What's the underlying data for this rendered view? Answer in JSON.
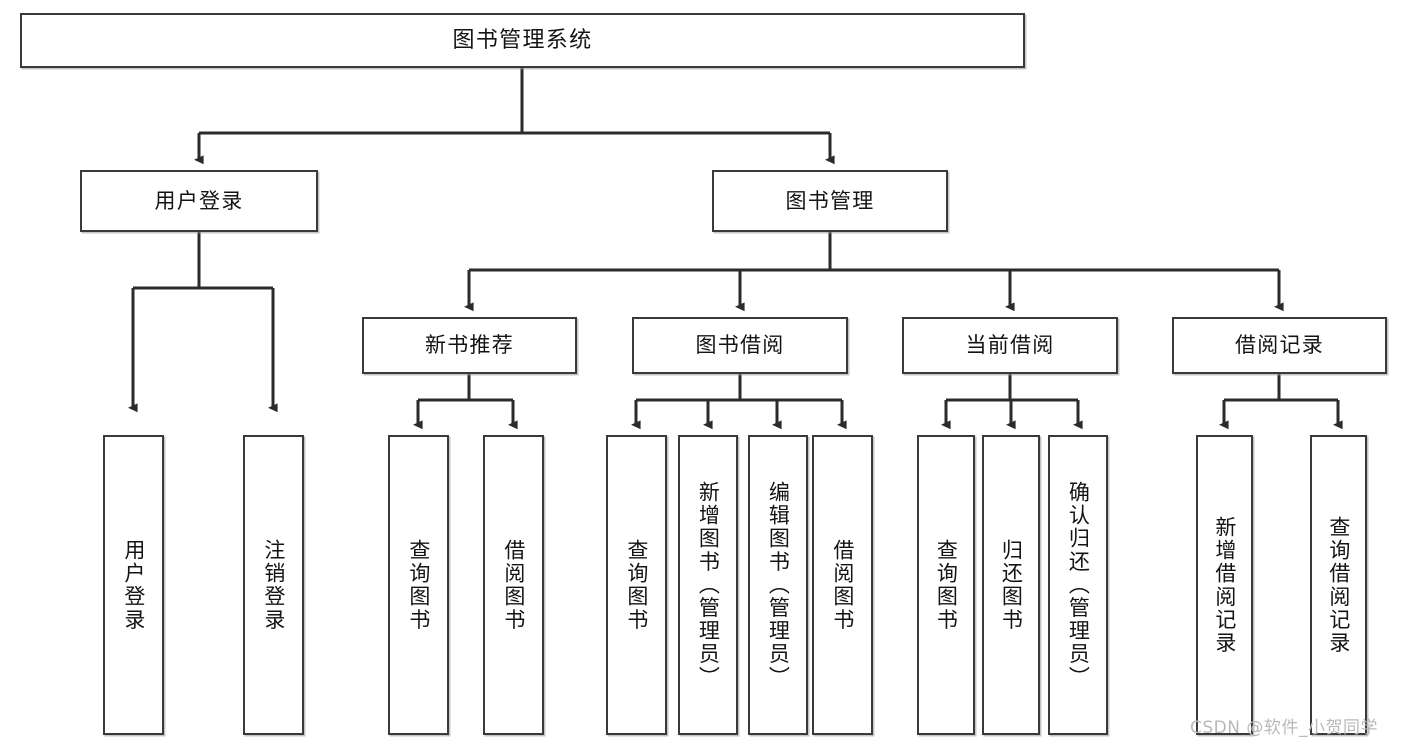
{
  "diagram": {
    "title": "图书管理系统",
    "type": "hierarchy-tree",
    "nodes": {
      "root": {
        "label": "图书管理系统"
      },
      "level2": [
        {
          "id": "user-login",
          "label": "用户登录"
        },
        {
          "id": "book-manage",
          "label": "图书管理"
        }
      ],
      "level3": [
        {
          "id": "new-book-rec",
          "label": "新书推荐"
        },
        {
          "id": "book-borrow",
          "label": "图书借阅"
        },
        {
          "id": "current-borrow",
          "label": "当前借阅"
        },
        {
          "id": "borrow-record",
          "label": "借阅记录"
        }
      ],
      "leaves": {
        "user-login": [
          {
            "id": "login",
            "label": "用户登录"
          },
          {
            "id": "logout",
            "label": "注销登录"
          }
        ],
        "new-book-rec": [
          {
            "id": "query-book-1",
            "label": "查询图书"
          },
          {
            "id": "borrow-book-1",
            "label": "借阅图书"
          }
        ],
        "book-borrow": [
          {
            "id": "query-book-2",
            "label": "查询图书"
          },
          {
            "id": "add-book",
            "label": "新增图书（管理员）"
          },
          {
            "id": "edit-book",
            "label": "编辑图书（管理员）"
          },
          {
            "id": "borrow-book-2",
            "label": "借阅图书"
          }
        ],
        "current-borrow": [
          {
            "id": "query-book-3",
            "label": "查询图书"
          },
          {
            "id": "return-book",
            "label": "归还图书"
          },
          {
            "id": "confirm-return",
            "label": "确认归还（管理员）"
          }
        ],
        "borrow-record": [
          {
            "id": "add-record",
            "label": "新增借阅记录"
          },
          {
            "id": "query-record",
            "label": "查询借阅记录"
          }
        ]
      }
    },
    "colors": {
      "node_border": "#3a3a3a",
      "node_fill": "#ffffff",
      "edge": "#2b2b2b",
      "text": "#141414",
      "watermark": "#b9b9b9"
    }
  },
  "watermark": {
    "text": "CSDN @软件_小贺同学"
  }
}
